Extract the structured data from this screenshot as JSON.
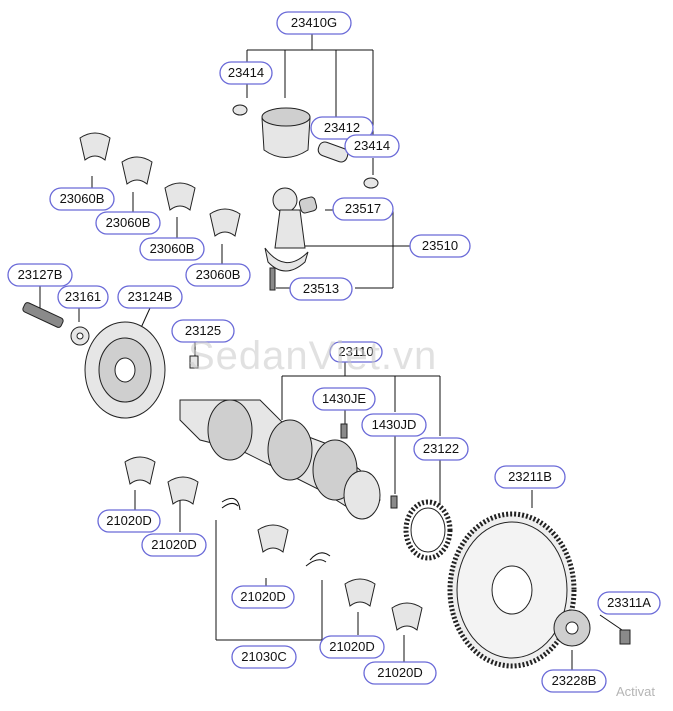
{
  "diagram": {
    "watermark": "SedanViet.vn",
    "corner_text": "Activat",
    "labels": [
      "23410G",
      "23414",
      "23412",
      "23414",
      "23060B",
      "23060B",
      "23060B",
      "23060B",
      "23517",
      "23510",
      "23127B",
      "23161",
      "23124B",
      "23513",
      "23125",
      "23110",
      "1430JE",
      "1430JD",
      "23122",
      "23211B",
      "21020D",
      "21020D",
      "21020D",
      "21030C",
      "21020D",
      "21020D",
      "23311A",
      "23228B"
    ]
  }
}
